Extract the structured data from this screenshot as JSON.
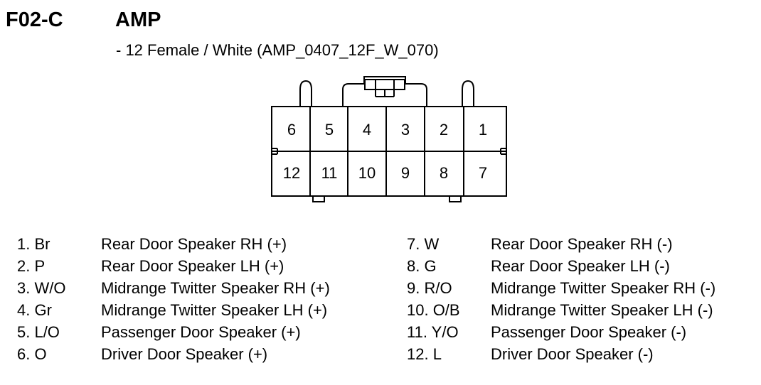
{
  "header": {
    "code": "F02-C",
    "name": "AMP",
    "subtitle": "- 12 Female / White (AMP_0407_12F_W_070)"
  },
  "connector": {
    "top_row": [
      "6",
      "5",
      "4",
      "3",
      "2",
      "1"
    ],
    "bottom_row": [
      "12",
      "11",
      "10",
      "9",
      "8",
      "7"
    ]
  },
  "pins_left": [
    {
      "wire": "1. Br",
      "desc": "Rear Door Speaker RH (+)"
    },
    {
      "wire": "2. P",
      "desc": "Rear Door Speaker LH (+)"
    },
    {
      "wire": "3. W/O",
      "desc": "Midrange Twitter Speaker RH (+)"
    },
    {
      "wire": "4. Gr",
      "desc": "Midrange Twitter Speaker LH (+)"
    },
    {
      "wire": "5. L/O",
      "desc": "Passenger Door Speaker (+)"
    },
    {
      "wire": "6. O",
      "desc": "Driver Door Speaker (+)"
    }
  ],
  "pins_right": [
    {
      "wire": "7. W",
      "desc": "Rear Door Speaker RH (-)"
    },
    {
      "wire": "8. G",
      "desc": "Rear Door Speaker LH (-)"
    },
    {
      "wire": "9. R/O",
      "desc": "Midrange Twitter Speaker RH (-)"
    },
    {
      "wire": "10. O/B",
      "desc": "Midrange Twitter Speaker LH (-)"
    },
    {
      "wire": "11. Y/O",
      "desc": "Passenger Door Speaker (-)"
    },
    {
      "wire": "12. L",
      "desc": "Driver Door Speaker (-)"
    }
  ]
}
